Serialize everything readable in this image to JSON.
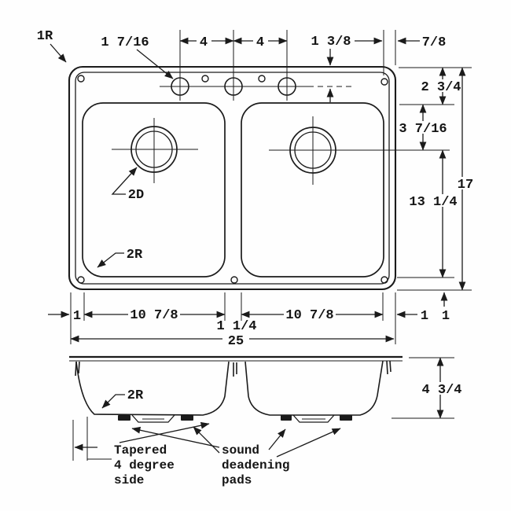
{
  "top_view": {
    "corner_radius": "1R",
    "faucet_hole_diameter": "1 7/16",
    "hole_spacing_left": "4",
    "hole_spacing_right": "4",
    "hole_setback": "1 3/8",
    "mount_hole_edge_offset": "7/8",
    "rim_to_bowl": "2 3/4",
    "bowl_top_to_drain": "3 7/16",
    "overall_front_to_back": "17",
    "drain_to_front": "13 1/4",
    "drain_diameter": "2D",
    "bowl_corner_radius": "2R",
    "front_margin": "1"
  },
  "width_dims": {
    "left_margin": "1",
    "left_bowl_width": "10 7/8",
    "divider_width": "1 1/4",
    "right_bowl_width": "10 7/8",
    "right_margin": "1",
    "overall_width": "25"
  },
  "side_view": {
    "bowl_corner_radius": "2R",
    "bowl_depth": "4 3/4",
    "taper_note_line1": "Tapered",
    "taper_note_line2": "4 degree",
    "taper_note_line3": "side",
    "pads_note_line1": "sound",
    "pads_note_line2": "deadening",
    "pads_note_line3": "pads"
  }
}
